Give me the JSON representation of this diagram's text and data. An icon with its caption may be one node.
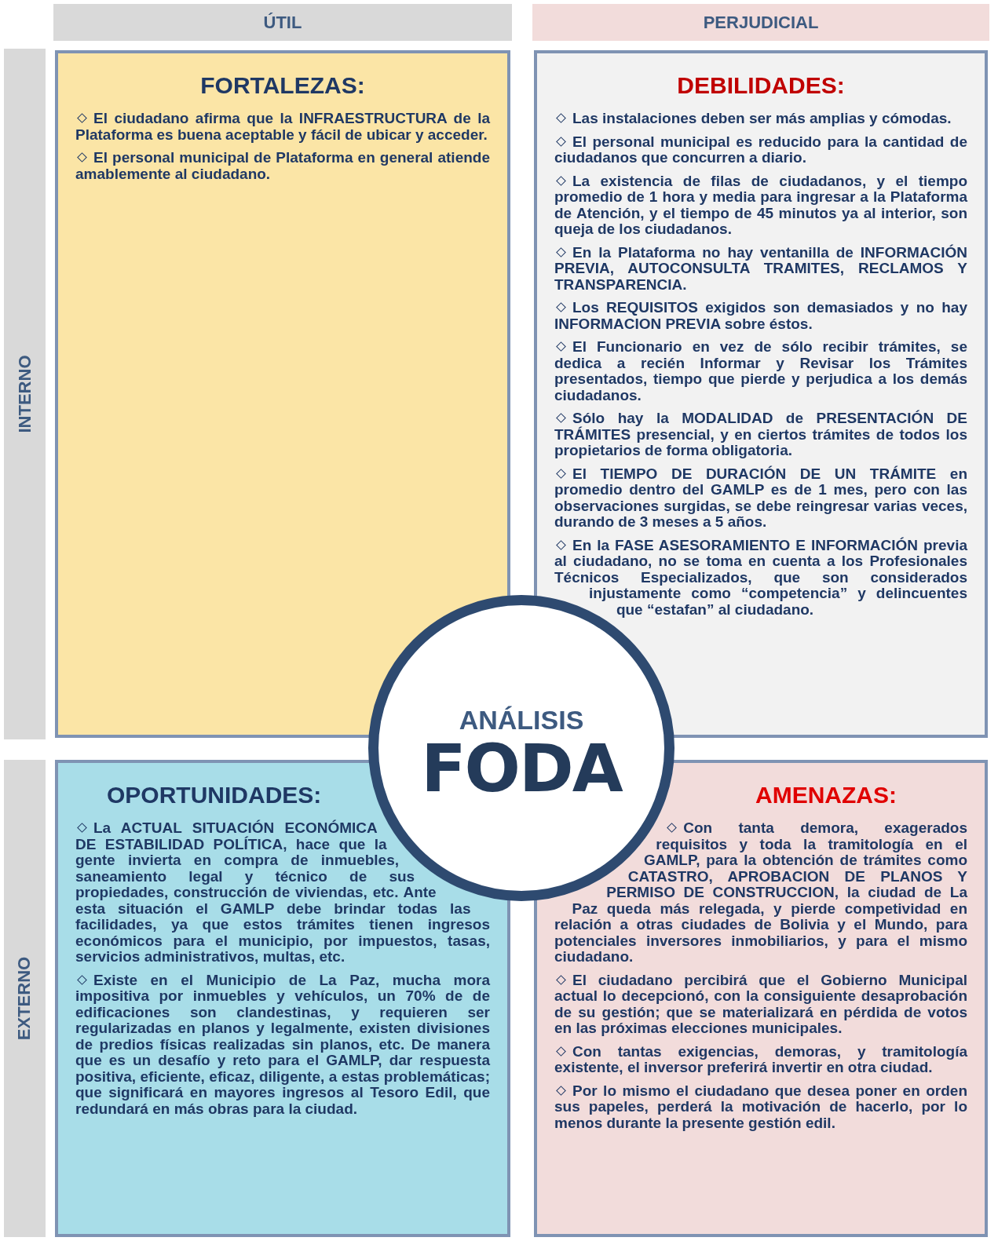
{
  "diagram": {
    "nodes": [
      {
        "text": [
          "ÚTIL"
        ]
      },
      {
        "text": [
          "PERJUDICIAL"
        ]
      },
      {
        "text": [
          "INTERNO"
        ]
      },
      {
        "text": [
          "EXTERNO"
        ]
      },
      {
        "text": [
          "FORTALEZAS:",
          "El ciudadano afirma que la INFRAESTRUCTURA de la Plataforma es buena aceptable y fácil de ubicar y acceder.",
          "El personal municipal de Plataforma en general atiende amablemente al ciudadano."
        ]
      },
      {
        "text": [
          "DEBILIDADES:",
          "Las instalaciones deben ser más amplias y cómodas.",
          "El personal municipal es reducido para la cantidad de ciudadanos que concurren a diario.",
          "La existencia de filas de ciudadanos, y el tiempo promedio de 1 hora y media para ingresar a la Plataforma de Atención, y el tiempo de 45 minutos ya al interior, son queja de los ciudadanos.",
          "En la Plataforma no hay ventanilla de INFORMACIÓN PREVIA, AUTOCONSULTA TRAMITES, RECLAMOS Y TRANSPARENCIA.",
          "Los REQUISITOS exigidos son demasiados y no hay INFORMACION PREVIA sobre éstos.",
          "El Funcionario en vez de sólo recibir trámites, se dedica a recién Informar y Revisar los Trámites presentados, tiempo que pierde y perjudica a los demás ciudadanos.",
          "Sólo hay la MODALIDAD de PRESENTACIÓN DE TRÁMITES presencial, y en ciertos trámites de todos los propietarios de forma obligatoria.",
          "El TIEMPO DE DURACIÓN DE UN TRÁMITE en promedio dentro del GAMLP es de 1 mes, pero con las observaciones surgidas, se debe reingresar varias veces, durando de 3 meses a 5 años.",
          "En la FASE ASESORAMIENTO E INFORMACIÓN previa al ciudadano, no se toma en cuenta a los Profesionales Técnicos Especializados, que son considerados injustamente como “competencia” y delincuentes que “estafan” al ciudadano."
        ]
      },
      {
        "text": [
          "OPORTUNIDADES:",
          "La ACTUAL SITUACIÓN ECONÓMICA DE ESTABILIDAD POLÍTICA, hace que la gente invierta en compra de inmuebles, saneamiento legal y técnico de sus propiedades, construcción de viviendas, etc. Ante esta situación el GAMLP debe brindar todas las facilidades, ya que estos trámites tienen ingresos económicos para el municipio, por impuestos, tasas, servicios administrativos, multas, etc.",
          "Existe en el Municipio de La Paz, mucha mora impositiva por inmuebles y vehículos, un 70% de de edificaciones son clandestinas, y requieren ser regularizadas en planos y legalmente, existen divisiones de predios físicas realizadas sin planos, etc. De manera que es un desafío y reto para el GAMLP, dar respuesta positiva, eficiente, eficaz, diligente, a estas problemáticas; que significará en mayores ingresos al Tesoro Edil, que redundará en más obras para la ciudad."
        ]
      },
      {
        "text": [
          "AMENAZAS:",
          "Con tanta demora, exagerados requisitos y toda la tramitología en el GAMLP, para la obtención de trámites como CATASTRO, APROBACION DE PLANOS Y PERMISO DE CONSTRUCCION, la ciudad de La Paz queda más relegada, y pierde competividad en relación a otras ciudades de Bolivia y el Mundo, para potenciales inversores inmobiliarios, y para el mismo ciudadano.",
          "El ciudadano percibirá que el Gobierno Municipal actual lo decepcionó, con la consiguiente desaprobación de su gestión; que se materializará en pérdida de votos en las próximas elecciones municipales.",
          "Con tantas exigencias, demoras, y tramitología existente, el inversor preferirá invertir en otra ciudad.",
          "Por lo mismo el ciudadano que desea poner en orden sus papeles, perderá la motivación de hacerlo, por lo menos durante la presente gestión edil."
        ]
      },
      {
        "text": [
          "ANÁLISIS",
          "FODA"
        ]
      }
    ]
  }
}
